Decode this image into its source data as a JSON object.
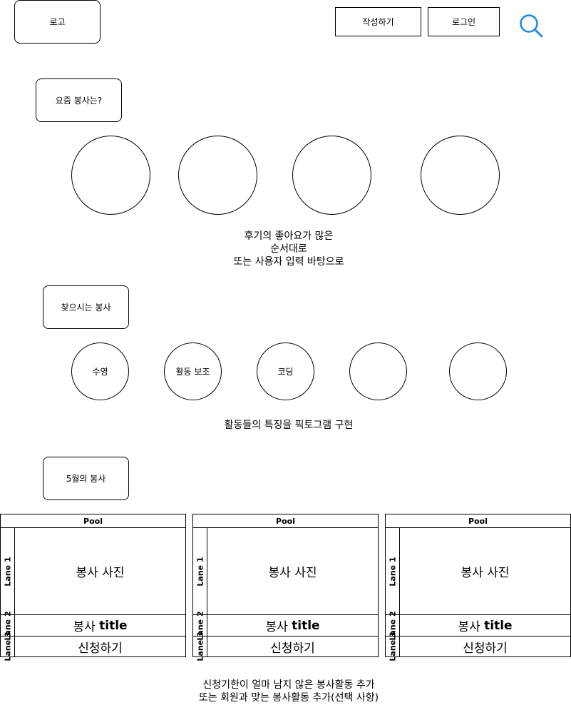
{
  "header": {
    "logo": "로고",
    "write_button": "작성하기",
    "login_button": "로그인",
    "search_icon": "search-icon",
    "accent_color": "#1E88E5"
  },
  "section_recent": {
    "title": "요즘 봉사는?",
    "note_lines": [
      "후기의 좋아요가 많은",
      "순서대로",
      "또는 사용자 입력 바탕으로"
    ]
  },
  "section_find": {
    "title": "찾으시는 봉사",
    "categories": [
      "수영",
      "활동 보조",
      "코딩",
      "",
      ""
    ],
    "note": "활동들의 특징을 픽토그램 구현"
  },
  "section_month": {
    "title": "5월의 봉사",
    "pools": [
      {
        "header": "Pool",
        "lanes": [
          {
            "label": "Lane 1",
            "content": "봉사 사진"
          },
          {
            "label": "Lane 2",
            "content_prefix": "봉사 ",
            "content_bold": "title"
          },
          {
            "label": "Lane 3",
            "content": "신청하기"
          }
        ]
      },
      {
        "header": "Pool",
        "lanes": [
          {
            "label": "Lane 1",
            "content": "봉사 사진"
          },
          {
            "label": "Lane 2",
            "content_prefix": "봉사 ",
            "content_bold": "title"
          },
          {
            "label": "Lane 3",
            "content": "신청하기"
          }
        ]
      },
      {
        "header": "Pool",
        "lanes": [
          {
            "label": "Lane 1",
            "content": "봉사 사진"
          },
          {
            "label": "Lane 2",
            "content_prefix": "봉사 ",
            "content_bold": "title"
          },
          {
            "label": "Lane 3",
            "content": "신청하기"
          }
        ]
      }
    ],
    "note_lines": [
      "신청기한이 얼마 남지 않은 봉사활동 추가",
      "또는 회원과 맞는 봉사활동 추가(선택 사항)"
    ]
  }
}
